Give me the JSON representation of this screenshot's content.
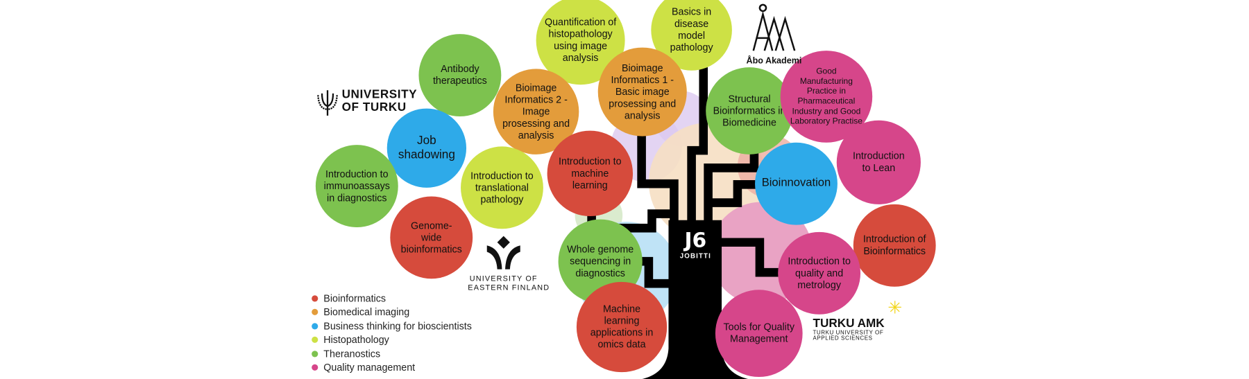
{
  "colors": {
    "bioinformatics": "#d64b3c",
    "biomedical_imaging": "#e39c3b",
    "business": "#2eaae9",
    "histopathology": "#cde145",
    "theranostics": "#7dc24f",
    "quality": "#d6468a"
  },
  "courses": {
    "antibody": "Antibody therapeutics",
    "quantification": "Quantification of histopathology using image analysis",
    "basics": "Basics in disease model pathology",
    "bioimage2": "Bioimage Informatics 2 - Image prosessing and analysis",
    "bioimage1": "Bioimage Informatics 1 - Basic image prosessing and analysis",
    "job_shadowing": "Job shadowing",
    "structural": "Structural Bioinformatics in Biomedicine",
    "gmp": "Good Manufacturing Practice in Pharmaceutical Industry and Good Laboratory Practise",
    "lean": "Introduction to Lean",
    "immunoassays": "Introduction to immunoassays in diagnostics",
    "translational": "Introduction to translational pathology",
    "intro_ml": "Introduction to machine learning",
    "bioinnovation": "Bioinnovation",
    "genome_wide": "Genome-wide bioinformatics",
    "whole_genome": "Whole genome sequencing in diagnostics",
    "intro_bioinf": "Introduction of Bioinformatics",
    "metrology": "Introduction to quality and metrology",
    "ml_omics": "Machine learning applications in omics data",
    "tools_quality": "Tools for Quality Management"
  },
  "legend": [
    {
      "label": "Bioinformatics",
      "color": "#d64b3c"
    },
    {
      "label": "Biomedical imaging",
      "color": "#e39c3b"
    },
    {
      "label": "Business thinking for bioscientists",
      "color": "#2eaae9"
    },
    {
      "label": "Histopathology",
      "color": "#cde145"
    },
    {
      "label": "Theranostics",
      "color": "#7dc24f"
    },
    {
      "label": "Quality management",
      "color": "#d6468a"
    }
  ],
  "logos": {
    "turku_line1": "UNIVERSITY",
    "turku_line2": "OF TURKU",
    "abo": "Åbo Akademi",
    "uef_line1": "UNIVERSITY OF",
    "uef_line2": "EASTERN FINLAND",
    "amk_main": "TURKU AMK",
    "amk_sub1": "TURKU UNIVERSITY OF",
    "amk_sub2": "APPLIED SCIENCES",
    "jobitti": "JOBITTI"
  }
}
